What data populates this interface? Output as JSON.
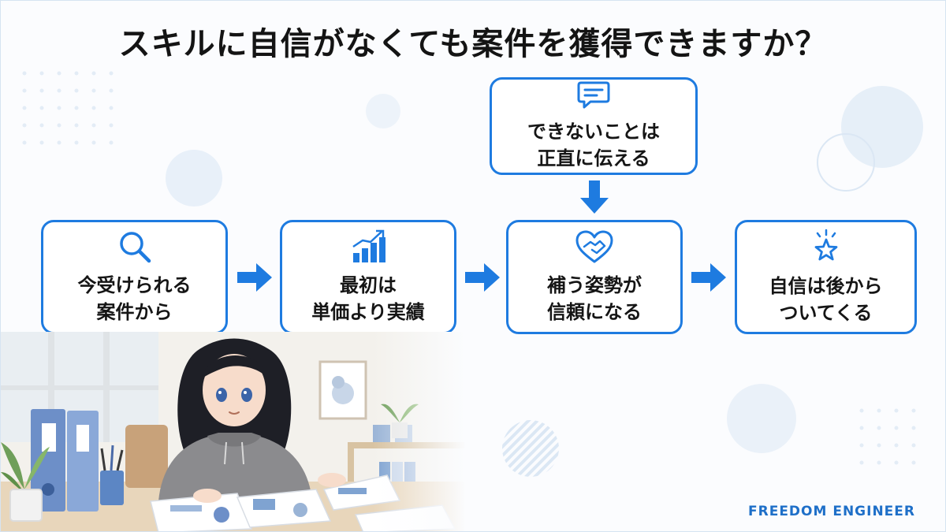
{
  "title": "スキルに自信がなくても案件を獲得できますか？",
  "accent_color": "#1e7be0",
  "boxes": {
    "current_work": {
      "icon": "search-icon",
      "lines": [
        "今受けられる",
        "案件から"
      ]
    },
    "results_first": {
      "icon": "bar-chart-icon",
      "lines": [
        "最初は",
        "単価より実績"
      ]
    },
    "honesty": {
      "icon": "chat-icon",
      "lines": [
        "できないことは",
        "正直に伝える"
      ]
    },
    "trust": {
      "icon": "handshake-icon",
      "lines": [
        "補う姿勢が",
        "信頼になる"
      ]
    },
    "confidence": {
      "icon": "star-icon",
      "lines": [
        "自信は後から",
        "ついてくる"
      ]
    }
  },
  "brand": "FREEDOM ENGINEER"
}
